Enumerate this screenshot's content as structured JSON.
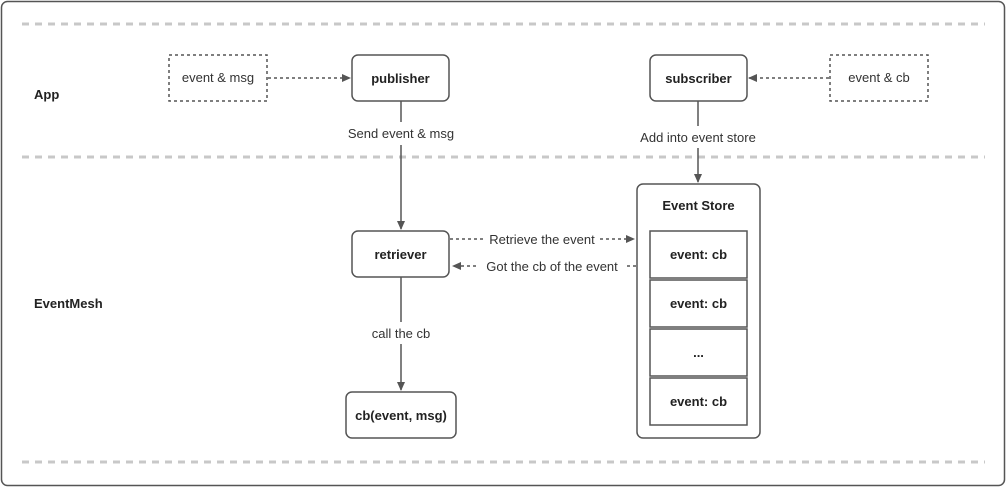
{
  "lanes": {
    "app": "App",
    "eventmesh": "EventMesh"
  },
  "nodes": {
    "event_msg_input": "event & msg",
    "publisher": "publisher",
    "subscriber": "subscriber",
    "event_cb_input": "event & cb",
    "retriever": "retriever",
    "callback": "cb(event, msg)",
    "event_store": {
      "title": "Event Store",
      "entries": [
        "event: cb",
        "event: cb",
        "...",
        "event: cb"
      ]
    }
  },
  "edges": {
    "send_event_msg": "Send event & msg",
    "add_into_store": "Add into event store",
    "retrieve_event": "Retrieve the event",
    "got_cb": "Got the cb of the event",
    "call_cb": "call the cb"
  },
  "colors": {
    "stroke": "#555555",
    "dashed_divider": "#c8c8c8",
    "background": "#ffffff"
  }
}
